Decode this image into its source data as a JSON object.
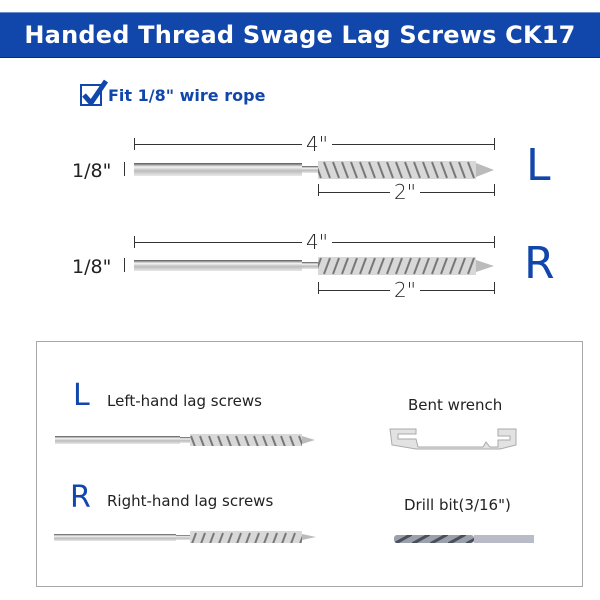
{
  "banner": {
    "title": "Handed Thread Swage Lag Screws CK17",
    "color": "#1146ab"
  },
  "feature": {
    "icon": "checkbox-checked-icon",
    "label": "Fit 1/8\" wire rope"
  },
  "diagrams": [
    {
      "hand": "L",
      "total_length": "4\"",
      "thread_length": "2\"",
      "diameter": "1/8\""
    },
    {
      "hand": "R",
      "total_length": "4\"",
      "thread_length": "2\"",
      "diameter": "1/8\""
    }
  ],
  "package_contents": {
    "items": [
      {
        "letter": "L",
        "label": "Left-hand lag screws",
        "image": "left-hand-lag-screw"
      },
      {
        "letter": "",
        "label": "Bent wrench",
        "image": "bent-wrench"
      },
      {
        "letter": "R",
        "label": "Right-hand lag screws",
        "image": "right-hand-lag-screw"
      },
      {
        "letter": "",
        "label": "Drill bit(3/16\")",
        "image": "drill-bit"
      }
    ]
  }
}
